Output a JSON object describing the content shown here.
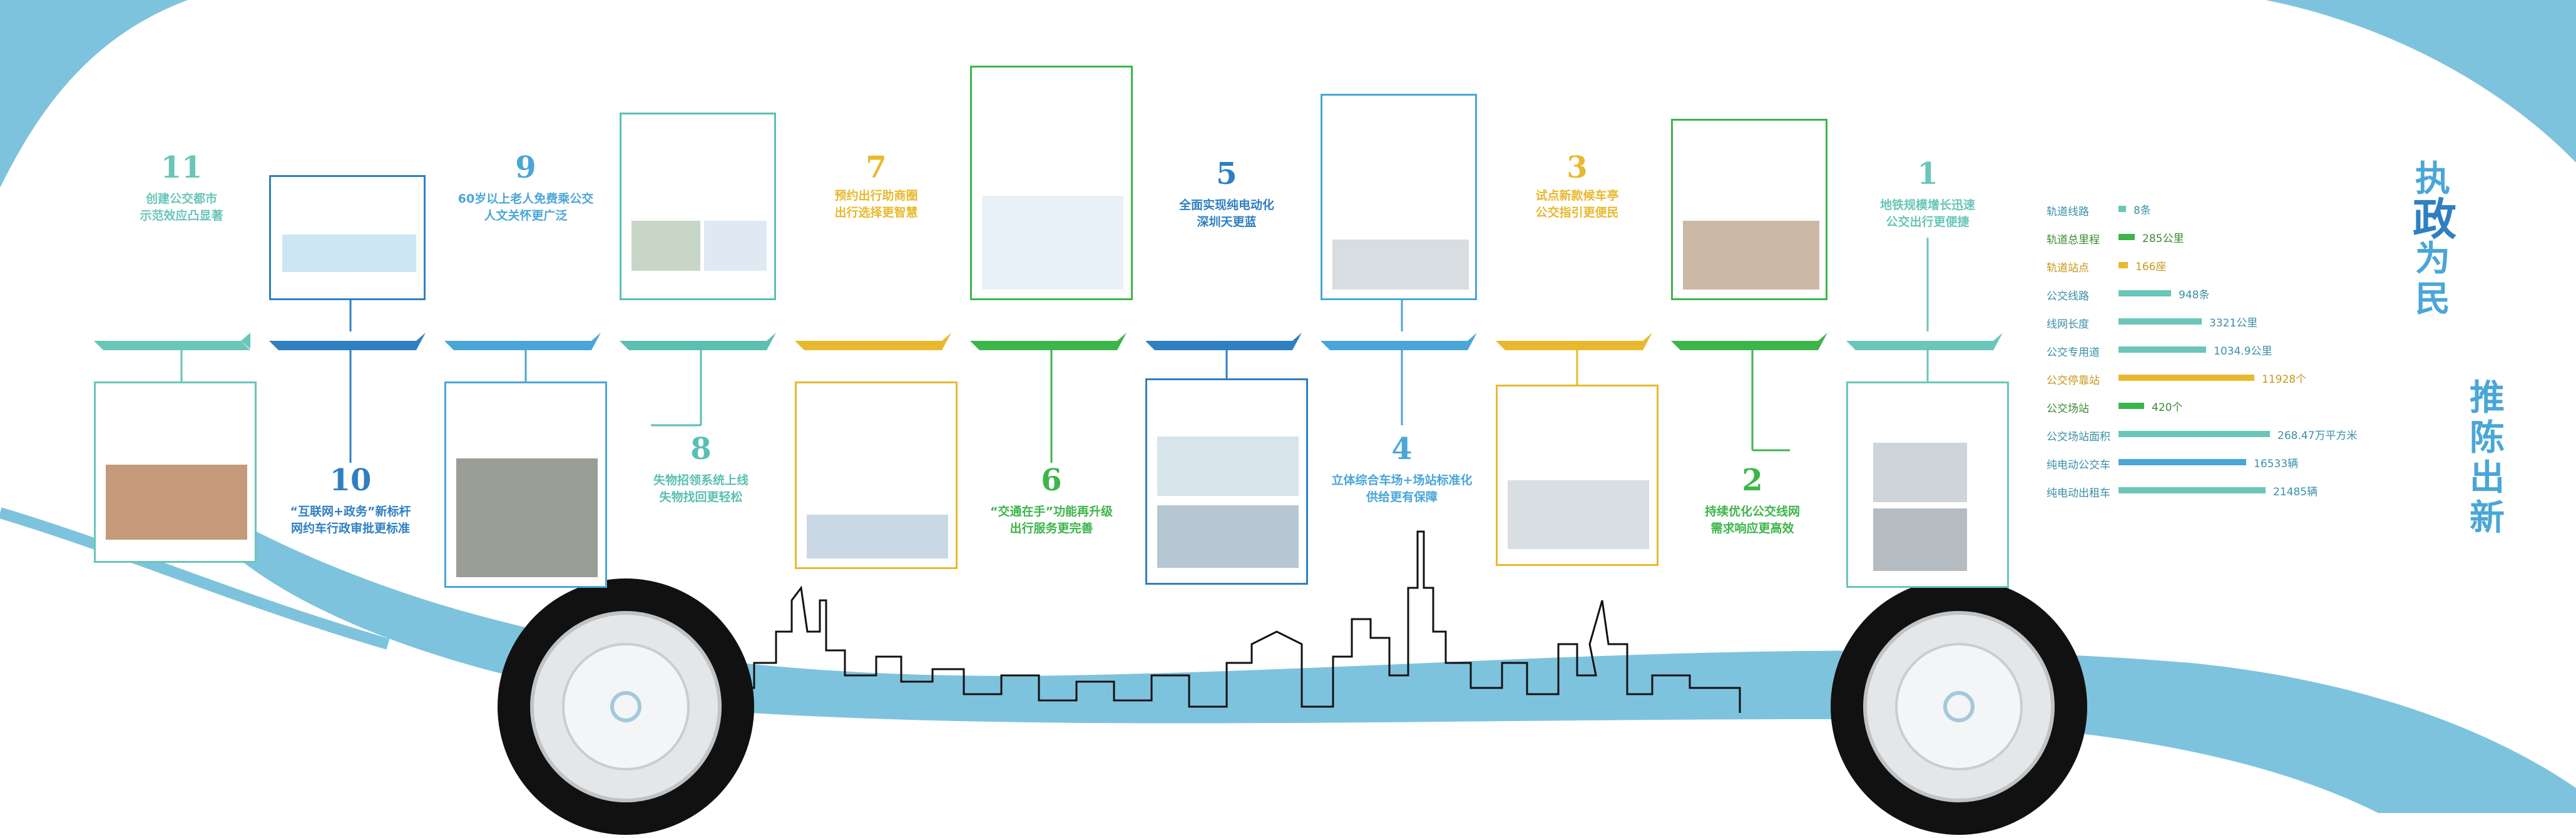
{
  "title": {
    "part1": [
      "执",
      "政",
      "为",
      "民"
    ],
    "part2": [
      "推",
      "陈",
      "出",
      "新"
    ]
  },
  "milestones": [
    {
      "num": "11",
      "caption": "创建公交都市\n示范效应凸显著",
      "color": "#6ac6b8"
    },
    {
      "num": "10",
      "caption": "“互联网+政务”新标杆\n网约车行政审批更标准",
      "color": "#2f7fc1"
    },
    {
      "num": "9",
      "caption": "60岁以上老人免费乘公交\n人文关怀更广泛",
      "color": "#4aa6d8"
    },
    {
      "num": "8",
      "caption": "失物招领系统上线\n失物找回更轻松",
      "color": "#5bbfb2"
    },
    {
      "num": "7",
      "caption": "预约出行助商圈\n出行选择更智慧",
      "color": "#e8b92e"
    },
    {
      "num": "6",
      "caption": "“交通在手”功能再升级\n出行服务更完善",
      "color": "#3db54a"
    },
    {
      "num": "5",
      "caption": "全面实现纯电动化\n深圳天更蓝",
      "color": "#2f7fc1"
    },
    {
      "num": "4",
      "caption": "立体综合车场+场站标准化\n供给更有保障",
      "color": "#4aa6d8"
    },
    {
      "num": "3",
      "caption": "试点新款候车亭\n公交指引更便民",
      "color": "#e8b92e"
    },
    {
      "num": "2",
      "caption": "持续优化公交线网\n需求响应更高效",
      "color": "#3db54a"
    },
    {
      "num": "1",
      "caption": "地铁规模增长迅速\n公交出行更便捷",
      "color": "#6ac6b8"
    }
  ],
  "stats": [
    {
      "label": "轨道线路",
      "value": "8条",
      "fraction": 0.03,
      "color": "#6ac6b8",
      "label_color": "#3a8fa8"
    },
    {
      "label": "轨道总里程",
      "value": "285公里",
      "fraction": 0.1,
      "color": "#3db54a",
      "label_color": "#3d8a33"
    },
    {
      "label": "轨道站点",
      "value": "166座",
      "fraction": 0.06,
      "color": "#e8b92e",
      "label_color": "#c9961a"
    },
    {
      "label": "公交线路",
      "value": "948条",
      "fraction": 0.33,
      "color": "#6ac6b8",
      "label_color": "#3a8fa8"
    },
    {
      "label": "线网长度",
      "value": "3321公里",
      "fraction": 0.52,
      "color": "#6ac6b8",
      "label_color": "#3a8fa8"
    },
    {
      "label": "公交专用道",
      "value": "1034.9公里",
      "fraction": 0.55,
      "color": "#6ac6b8",
      "label_color": "#3a8fa8"
    },
    {
      "label": "公交停靠站",
      "value": "11928个",
      "fraction": 0.85,
      "color": "#e8b92e",
      "label_color": "#c9961a"
    },
    {
      "label": "公交场站",
      "value": "420个",
      "fraction": 0.16,
      "color": "#3db54a",
      "label_color": "#3d8a33"
    },
    {
      "label": "公交场站面积",
      "value": "268.47万平方米",
      "fraction": 0.95,
      "color": "#6ac6b8",
      "label_color": "#3a8fa8"
    },
    {
      "label": "纯电动公交车",
      "value": "16533辆",
      "fraction": 0.8,
      "color": "#4aa6d8",
      "label_color": "#3a8fa8"
    },
    {
      "label": "纯电动出租车",
      "value": "21485辆",
      "fraction": 0.92,
      "color": "#6ac6b8",
      "label_color": "#3a8fa8"
    }
  ],
  "colors": {
    "teal": "#6ac6b8",
    "blue": "#2f7fc1",
    "lightblue": "#4aa6d8",
    "yellow": "#e8b92e",
    "green": "#3db54a",
    "wave": "#7ec3dd"
  }
}
